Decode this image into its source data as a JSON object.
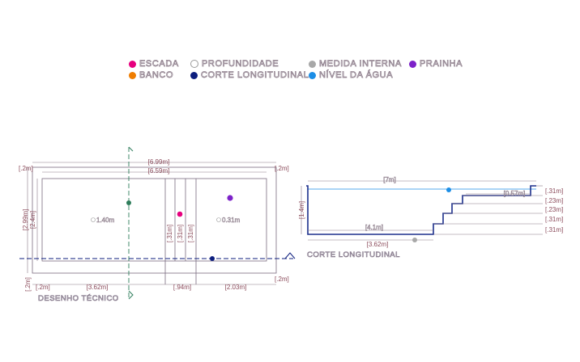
{
  "legend": {
    "escada": {
      "label": "ESCADA",
      "color": "#e6007e"
    },
    "banco": {
      "label": "BANCO",
      "color": "#ef7d00"
    },
    "profundidade": {
      "label": "PROFUNDIDADE",
      "color": "#ffffff"
    },
    "corte_longitudinal": {
      "label": "CORTE LONGITUDINAL",
      "color": "#0c1e7e"
    },
    "medida_interna": {
      "label": "MEDIDA INTERNA",
      "color": "#a8a8a8"
    },
    "nivel_agua": {
      "label": "NÍVEL DA ÁGUA",
      "color": "#1c8ee6"
    },
    "prainha": {
      "label": "PRAINHA",
      "color": "#7d22c9"
    }
  },
  "plan": {
    "caption": "DESENHO TÉCNICO",
    "dims": {
      "total_width": "[6.99m]",
      "inner_width": "[6.59m]",
      "border_tl": "[.2m]",
      "border_tr": "[.2m]",
      "height_outer": "[2.99m]",
      "height_inner": "[2.4m]",
      "border_bl_v": "[.2m]",
      "border_bl_h": "[.2m]",
      "bottom_left_len": "[3.62m]",
      "bottom_mid_len": "[.94m]",
      "bottom_right_len": "[2.03m]",
      "border_br": "[.2m]",
      "step1": "[.31m]",
      "step2": "[.31m]",
      "step3": "[.31m]"
    },
    "depth_left": "1.40m",
    "depth_right": "0.31m"
  },
  "section": {
    "title": "CORTE LONGITUDINAL",
    "dims": {
      "water_len": "[7m]",
      "depth": "[1.4m]",
      "floor_len": "[4.1m]",
      "bottom_len": "[3.62m]",
      "prainha_len": "[0.57m]",
      "r1": "[.31m]",
      "r2": "[.23m]",
      "r3": "[.23m]",
      "r4": "[.31m]",
      "r5": "[.31m]"
    }
  }
}
